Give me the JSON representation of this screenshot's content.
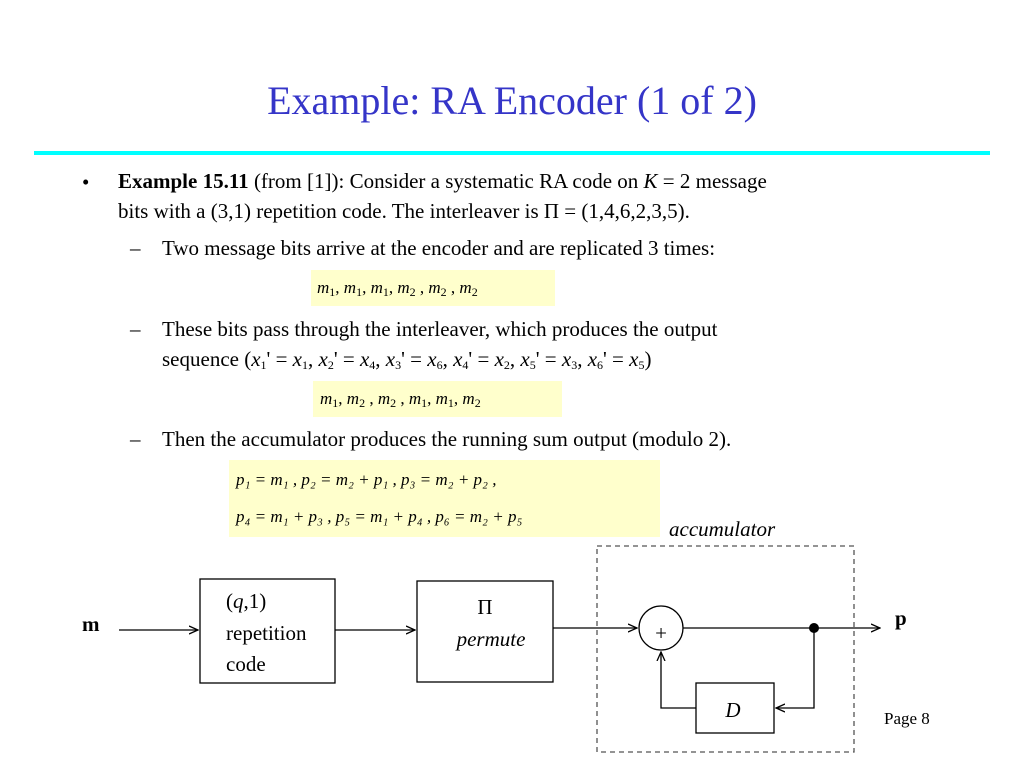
{
  "slide": {
    "title": "Example: RA Encoder (1 of 2)",
    "page_number": "Page 8"
  },
  "bullet_main": {
    "marker": "•",
    "bold": "Example 15.11",
    "line1_a": " (from [1]):  Consider a systematic RA code on ",
    "K": "K",
    "line1_b": " = 2 message",
    "line2": "bits with a (3,1) repetition code.  The interleaver is Π = (1,4,6,2,3,5)."
  },
  "sub_items": [
    {
      "marker": "–",
      "text": "Two message bits arrive at the encoder and are replicated 3 times:"
    },
    {
      "marker": "–",
      "text": "These bits pass through the interleaver, which produces the output"
    },
    {
      "marker": "–",
      "text": "Then the accumulator produces the running sum output (modulo 2)."
    }
  ],
  "sequence_line": {
    "prefix": "sequence (",
    "suffix": ")",
    "mapping": [
      {
        "lhs": "1",
        "rhs": "1"
      },
      {
        "lhs": "2",
        "rhs": "4"
      },
      {
        "lhs": "3",
        "rhs": "6"
      },
      {
        "lhs": "4",
        "rhs": "2"
      },
      {
        "lhs": "5",
        "rhs": "3"
      },
      {
        "lhs": "6",
        "rhs": "5"
      }
    ]
  },
  "equations": {
    "replicated": [
      "1",
      "1",
      "1",
      "2",
      "2",
      "2"
    ],
    "interleaved": [
      "1",
      "2",
      "2",
      "1",
      "1",
      "2"
    ],
    "accum_line1": "p₁ = m₁ ,  p₂ = m₂ + p₁ ,  p₃ = m₂ + p₂ ,",
    "accum_line2": "p₄ = m₁ + p₃ ,  p₅ = m₁ + p₄ , p₆ = m₂ + p₅"
  },
  "diagram": {
    "input_label": "m",
    "output_label": "p",
    "accumulator_label": "accumulator",
    "repetition_lines": [
      "(q,1)",
      "repetition",
      "code"
    ],
    "permute_symbol": "Π",
    "permute_label": "permute",
    "adder_symbol": "+",
    "delay_label": "D"
  },
  "colors": {
    "title": "#3535c8",
    "rule": "#00ffff",
    "equation_box": "#ffffcc"
  }
}
